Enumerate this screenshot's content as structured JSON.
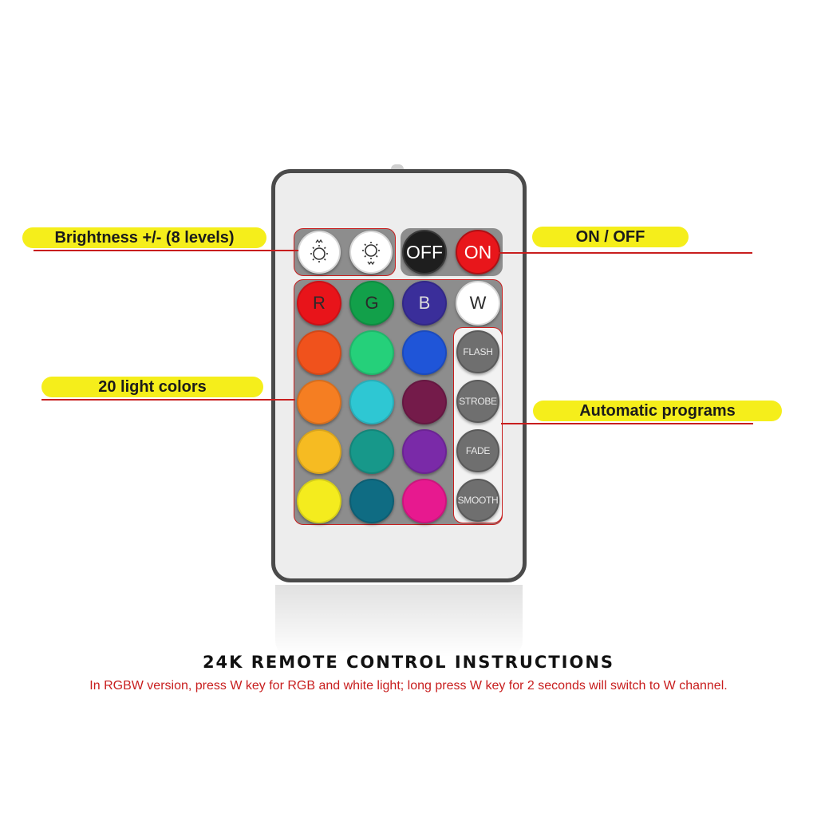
{
  "callouts": {
    "brightness": "Brightness +/- (8 levels)",
    "on_off": "ON / OFF",
    "colors": "20 light colors",
    "programs": "Automatic programs"
  },
  "remote": {
    "power": {
      "off_label": "OFF",
      "on_label": "ON",
      "off_color": "#1e1e1e",
      "on_color": "#e8161b"
    },
    "brightness_buttons": [
      {
        "icon": "brightness-up-icon"
      },
      {
        "icon": "brightness-down-icon"
      }
    ],
    "color_rows": [
      [
        {
          "label": "R",
          "color": "#e8141a"
        },
        {
          "label": "G",
          "color": "#12a04a"
        },
        {
          "label": "B",
          "color": "#3a2e9a"
        },
        {
          "label": "W",
          "color": "#ffffff"
        }
      ],
      [
        {
          "label": "",
          "color": "#f0521c"
        },
        {
          "label": "",
          "color": "#25d07a"
        },
        {
          "label": "",
          "color": "#1f55d8"
        }
      ],
      [
        {
          "label": "",
          "color": "#f57e22"
        },
        {
          "label": "",
          "color": "#2ec7d3"
        },
        {
          "label": "",
          "color": "#741b4a"
        }
      ],
      [
        {
          "label": "",
          "color": "#f6bb22"
        },
        {
          "label": "",
          "color": "#17988a"
        },
        {
          "label": "",
          "color": "#7a2aa8"
        }
      ],
      [
        {
          "label": "",
          "color": "#f4ec1e"
        },
        {
          "label": "",
          "color": "#0f6c83"
        },
        {
          "label": "",
          "color": "#e7198f"
        }
      ]
    ],
    "programs": [
      "FLASH",
      "STROBE",
      "FADE",
      "SMOOTH"
    ]
  },
  "footer": {
    "title": "24K REMOTE CONTROL INSTRUCTIONS",
    "note": "In RGBW version, press W key for RGB and white light; long press W key for 2 seconds will switch to W channel."
  },
  "colors": {
    "accent_red": "#c81e1e",
    "label_yellow": "#f5ee1b"
  }
}
